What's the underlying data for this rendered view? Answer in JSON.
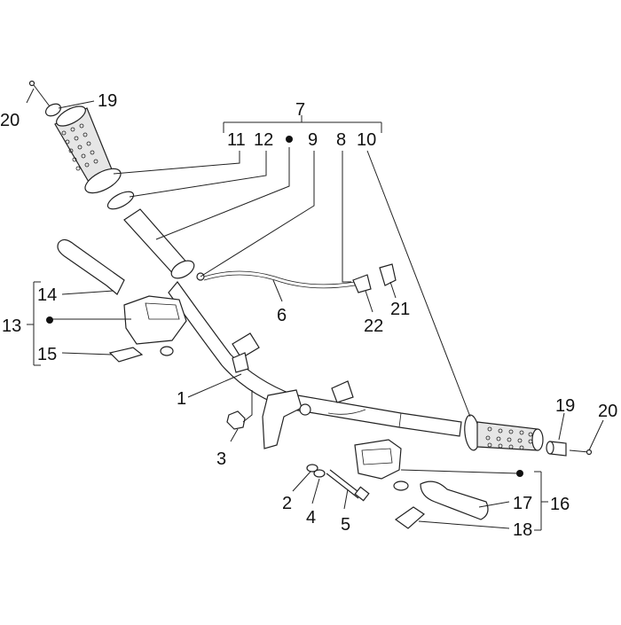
{
  "diagram": {
    "callouts": {
      "n1": "1",
      "n2": "2",
      "n3": "3",
      "n4": "4",
      "n5": "5",
      "n6": "6",
      "n7": "7",
      "n8": "8",
      "n9": "9",
      "n10": "10",
      "n11": "11",
      "n12": "12",
      "n13": "13",
      "n14": "14",
      "n15": "15",
      "n16": "16",
      "n17": "17",
      "n18": "18",
      "n19_left": "19",
      "n19_right": "19",
      "n20_left": "20",
      "n20_right": "20",
      "n21": "21",
      "n22": "22"
    },
    "colors": {
      "line": "#222222",
      "part_fill": "#ffffff",
      "grip_fill": "#e6e6e6",
      "text": "#111111"
    }
  }
}
